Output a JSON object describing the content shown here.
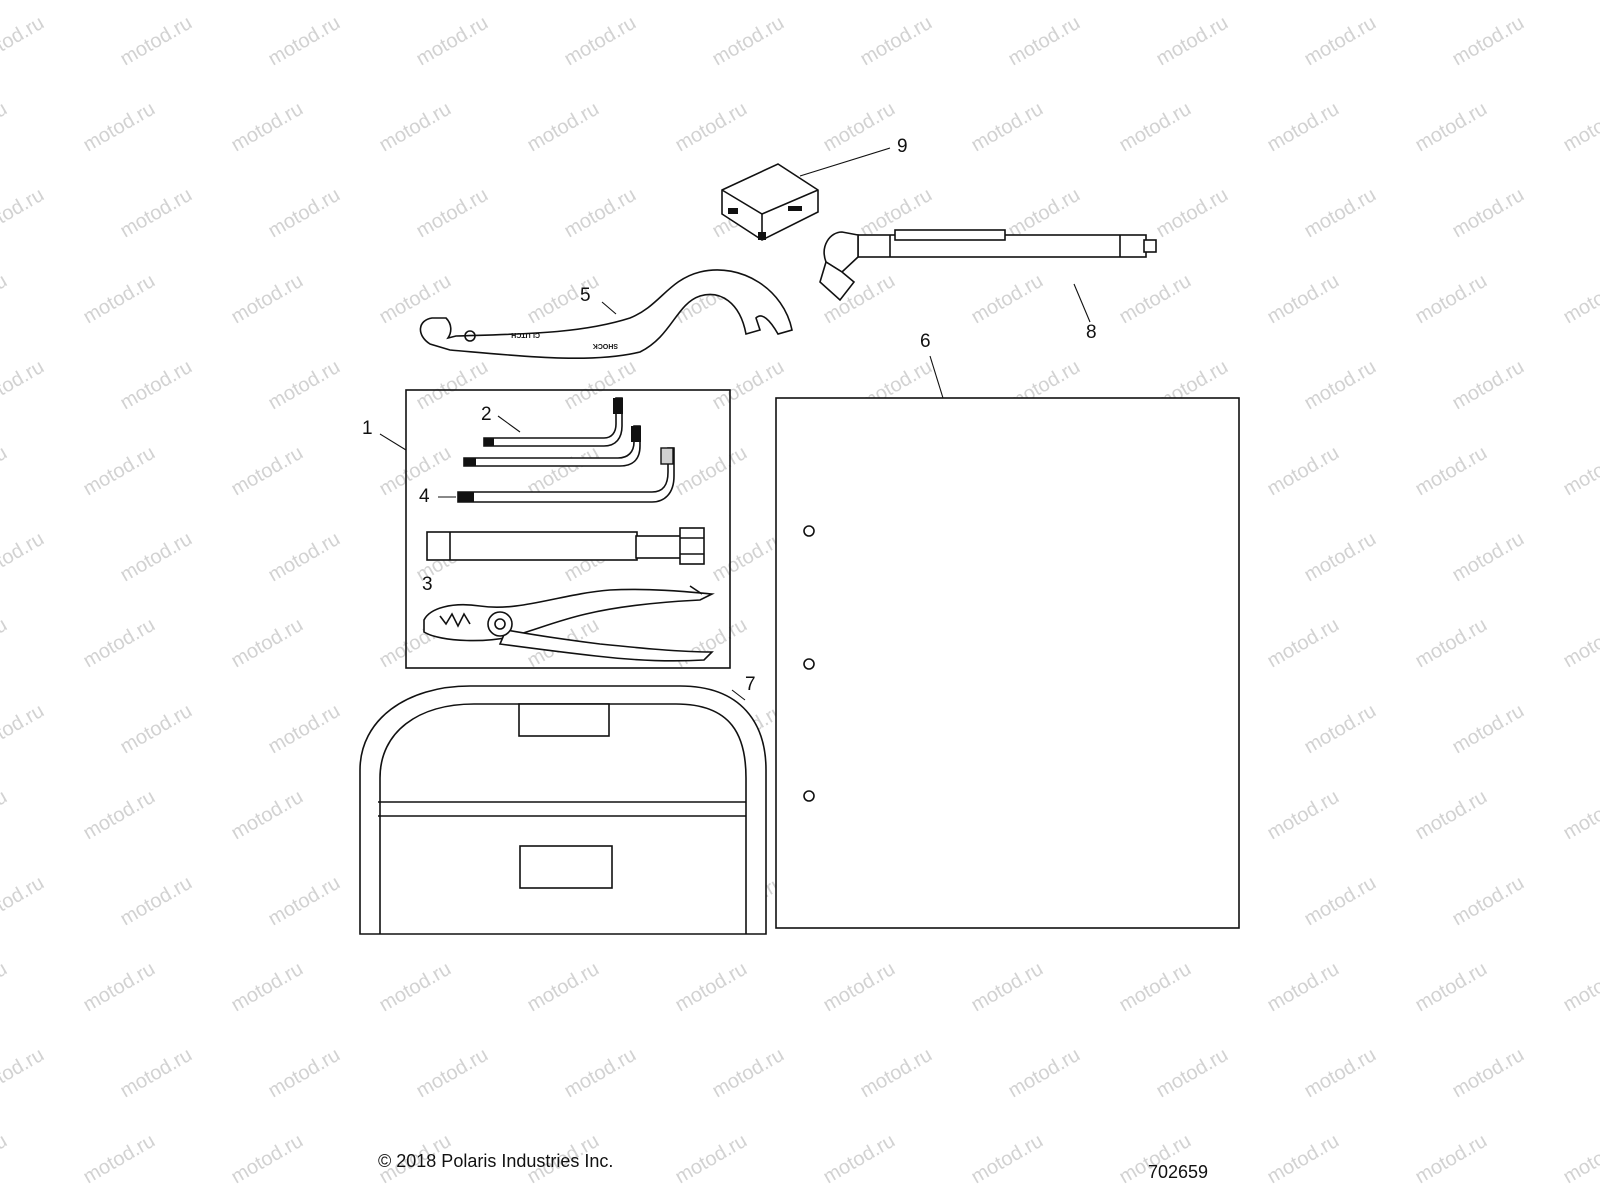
{
  "watermark": "motod.ru",
  "callouts": {
    "c1": "1",
    "c2": "2",
    "c3": "3",
    "c4": "4",
    "c5": "5",
    "c6": "6",
    "c7": "7",
    "c8": "8",
    "c9": "9"
  },
  "wrench_labels": {
    "clutch": "CLUTCH",
    "shock": "SHOCK"
  },
  "footer": {
    "copyright": "© 2018 Polaris Industries Inc.",
    "drawing_number": "702659"
  }
}
